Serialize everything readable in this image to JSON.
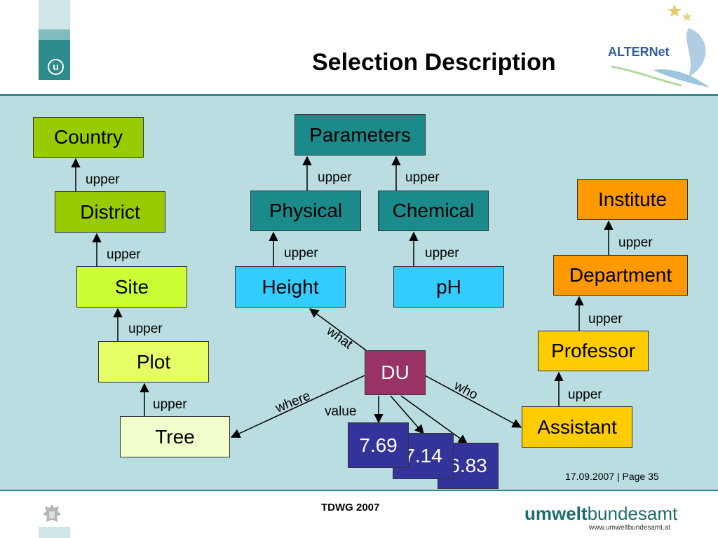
{
  "header": {
    "title": "Selection Description",
    "logo_text": "ALTERNet"
  },
  "nodes": {
    "country": "Country",
    "district": "District",
    "site": "Site",
    "plot": "Plot",
    "tree": "Tree",
    "parameters": "Parameters",
    "physical": "Physical",
    "chemical": "Chemical",
    "height": "Height",
    "ph": "pH",
    "institute": "Institute",
    "department": "Department",
    "professor": "Professor",
    "assistant": "Assistant",
    "du": "DU",
    "v1": "7.69",
    "v2": "7.14",
    "v3": "6.83"
  },
  "edge_labels": {
    "upper": "upper",
    "what": "what",
    "where": "where",
    "who": "who",
    "value": "value"
  },
  "colors": {
    "lime_dark": "#99cc00",
    "lime": "#ccff33",
    "lime_light": "#e6ff99",
    "lime_pale": "#f0ffcc",
    "teal": "#1a8a8a",
    "cyan": "#33ccff",
    "orange": "#ff9900",
    "orange_light": "#ffcc00",
    "du": "#993366",
    "value_box": "#333399",
    "background": "#b9dde0"
  },
  "footer": {
    "date_page": "17.09.2007 | Page 35",
    "event": "TDWG 2007",
    "logo_a": "umwelt",
    "logo_b": "bundesamt",
    "url": "www.umweltbundesamt.at"
  }
}
